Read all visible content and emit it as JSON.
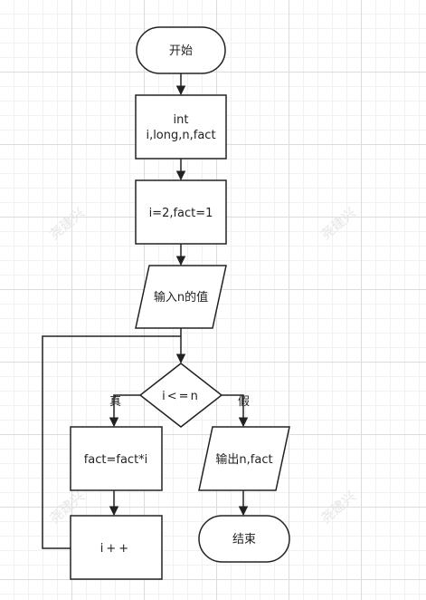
{
  "flowchart": {
    "start": {
      "label": "开始"
    },
    "declare": {
      "line1": "int",
      "line2": "i,long,n,fact"
    },
    "init": {
      "label": "i=2,fact=1"
    },
    "input": {
      "label": "输入n的值"
    },
    "condition": {
      "label": "i<=n"
    },
    "true_label": "真",
    "false_label": "假",
    "multiply": {
      "label": "fact=fact*i"
    },
    "increment": {
      "label": "i++"
    },
    "output": {
      "label": "输出n,fact"
    },
    "end": {
      "label": "结束"
    }
  },
  "watermark": "尧建兴",
  "colors": {
    "stroke": "#222222",
    "fill": "#ffffff",
    "grid": "#dcdcdc"
  }
}
